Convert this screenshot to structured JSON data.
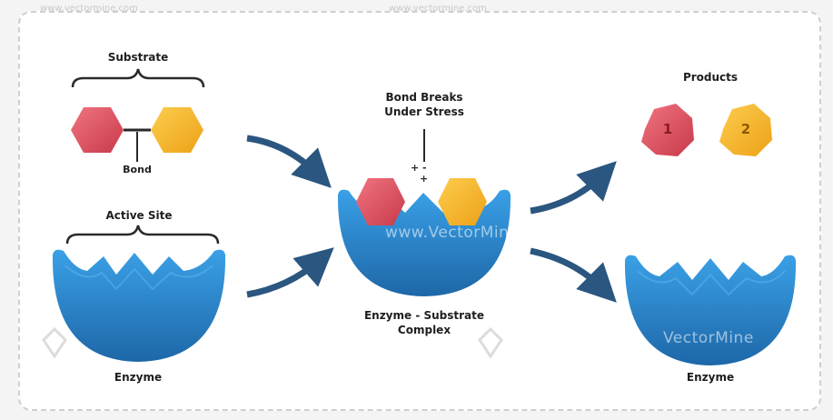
{
  "watermark": {
    "top_left": "www.vectormine.com",
    "top_center": "www.vectormine.com",
    "mark": "www.VectorMine",
    "mark_right": "VectorMine"
  },
  "stage1": {
    "substrate_label": "Substrate",
    "bond_label": "Bond",
    "active_site_label": "Active Site",
    "enzyme_label": "Enzyme"
  },
  "stage2": {
    "bond_note_line1": "Bond Breaks",
    "bond_note_line2": "Under Stress",
    "complex_line1": "Enzyme - Substrate",
    "complex_line2": "Complex"
  },
  "stage3": {
    "products_label": "Products",
    "product_1": "1",
    "product_2": "2",
    "enzyme_label": "Enzyme"
  },
  "colors": {
    "enzyme": "#2e8fd6",
    "enzyme_dark": "#1f6fb0",
    "substrate_red": "#e25563",
    "substrate_yellow": "#f6b62a",
    "arrow": "#2a5680"
  }
}
